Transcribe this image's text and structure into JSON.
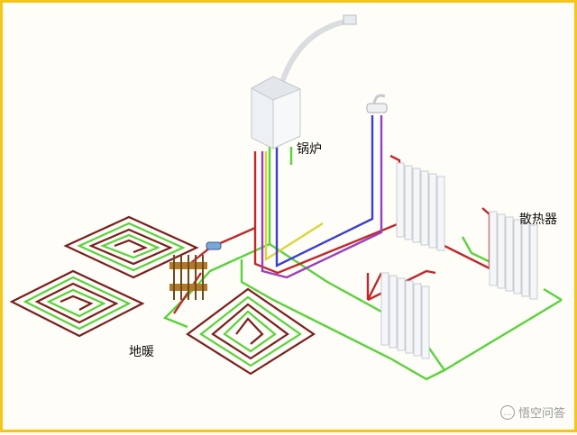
{
  "labels": {
    "boiler": "锅炉",
    "radiator": "散热器",
    "floor_heating": "地暖"
  },
  "watermark": {
    "text": "悟空问答",
    "icon": "chat-bubble-icon"
  },
  "colors": {
    "supply_pipe": "#c0282d",
    "return_pipe": "#5ad23c",
    "gas_pipe": "#d8d63a",
    "cold_water_pipe": "#3a3fd0",
    "hot_water_pipe": "#9a3fc0",
    "floor_coil_outer": "#7a1f1f",
    "floor_coil_inner": "#5ad23c",
    "border": "#f5c518"
  }
}
